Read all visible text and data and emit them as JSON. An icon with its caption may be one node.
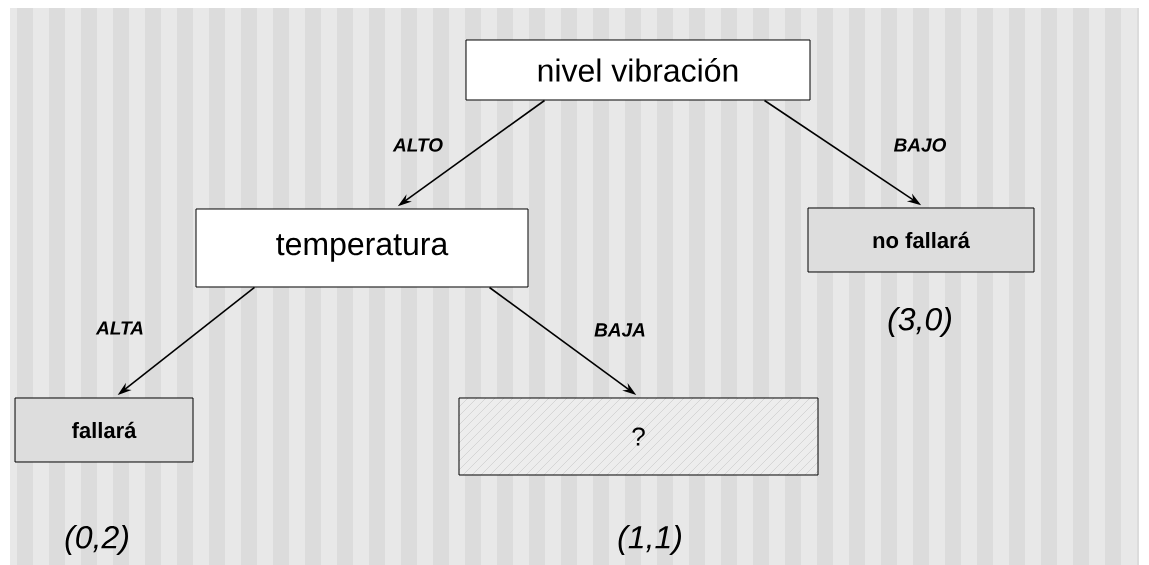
{
  "diagram": {
    "nodes": [
      {
        "text": [
          "nivel vibración"
        ]
      },
      {
        "text": [
          "temperatura"
        ]
      },
      {
        "text": [
          "no fallará"
        ],
        "beside": [
          "(3,0)"
        ]
      },
      {
        "text": [
          "fallará"
        ],
        "beside": [
          "(0,2)"
        ]
      },
      {
        "text": [
          "?"
        ],
        "beside": [
          "(1,1)"
        ]
      }
    ],
    "edges": [
      {
        "from": 0,
        "to": 1,
        "arrow": "to",
        "label": "ALTO"
      },
      {
        "from": 0,
        "to": 2,
        "arrow": "to",
        "label": "BAJO"
      },
      {
        "from": 1,
        "to": 3,
        "arrow": "to",
        "label": "ALTA"
      },
      {
        "from": 1,
        "to": 4,
        "arrow": "to",
        "label": "BAJA"
      }
    ]
  }
}
